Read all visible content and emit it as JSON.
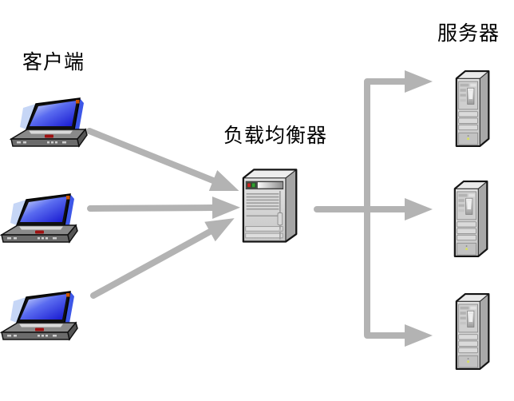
{
  "diagram": {
    "title": "load-balancing-topology",
    "labels": {
      "clients": "客户端",
      "load_balancer": "负载均衡器",
      "servers": "服务器"
    },
    "counts": {
      "clients": 3,
      "load_balancers": 1,
      "servers": 3
    },
    "icons": {
      "client": "laptop-icon",
      "load_balancer": "tower-server-icon",
      "server": "tower-server-icon"
    },
    "colors": {
      "background": "#ffffff",
      "arrow": "#b3b3b3",
      "label_text": "#000000",
      "laptop_screen_blue": "#2222dd",
      "led_red": "#cc2222",
      "led_green": "#2ea22e",
      "server_body": "#d4d4d4"
    }
  }
}
